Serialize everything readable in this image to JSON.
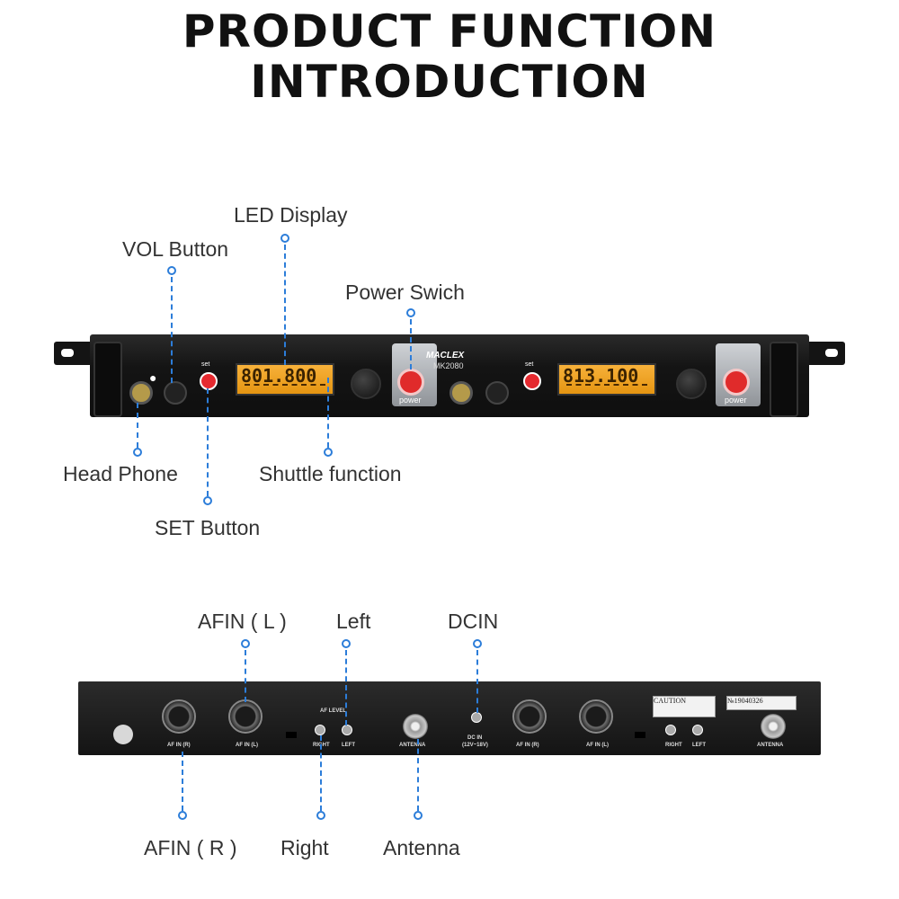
{
  "title": {
    "line1": "PRODUCT FUNCTION",
    "line2": "INTRODUCTION"
  },
  "front": {
    "brand": "MACLEX",
    "model": "MK2080",
    "lcd1": "801.800",
    "lcd2": "813.100",
    "set_text": "set",
    "power_text": "power",
    "labels": {
      "led_display": "LED Display",
      "vol_button": "VOL Button",
      "power_switch": "Power Swich",
      "head_phone": "Head Phone",
      "shuttle": "Shuttle function",
      "set_button": "SET Button"
    }
  },
  "rear": {
    "afin_r": "AF IN (R)",
    "afin_l": "AF IN (L)",
    "af_level": "AF LEVEL",
    "right": "RIGHT",
    "left": "LEFT",
    "antenna": "ANTENNA",
    "dc_in": "DC IN",
    "dc_spec": "(12V~18V)",
    "caution": "CAUTION",
    "serial": "№19040326",
    "labels": {
      "afin_l": "AFIN ( L )",
      "left": "Left",
      "dcin": "DCIN",
      "afin_r": "AFIN ( R )",
      "right": "Right",
      "antenna": "Antenna"
    }
  },
  "colors": {
    "accent": "#2c7dd9",
    "lcd": "#f0a428",
    "power": "#e02b2b"
  }
}
